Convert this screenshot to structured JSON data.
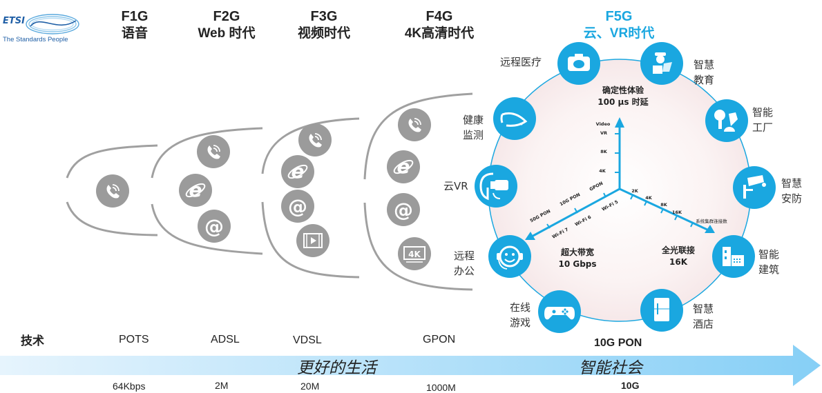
{
  "logo": {
    "name": "ETSI",
    "tagline": "The Standards People"
  },
  "generations": [
    {
      "code": "F1G",
      "name": "语音",
      "color": "#111111"
    },
    {
      "code": "F2G",
      "name": "Web 时代",
      "color": "#111111"
    },
    {
      "code": "F3G",
      "name": "视频时代",
      "color": "#111111"
    },
    {
      "code": "F4G",
      "name": "4K高清时代",
      "color": "#111111"
    },
    {
      "code": "F5G",
      "name": "云、VR时代",
      "color": "#1aa7e0"
    }
  ],
  "legacy_services": {
    "F1G": [
      "phone-icon"
    ],
    "F2G": [
      "phone-icon",
      "internet-explorer-icon",
      "email-at-icon"
    ],
    "F3G": [
      "phone-icon",
      "internet-explorer-icon",
      "email-at-icon",
      "video-film-icon"
    ],
    "F4G": [
      "phone-icon",
      "internet-explorer-icon",
      "email-at-icon",
      "4k-tv-icon"
    ]
  },
  "f5g_applications": [
    {
      "label": "远程医疗",
      "icon": "camera-icon"
    },
    {
      "label": "智慧教育",
      "icon": "teacher-icon"
    },
    {
      "label": "智能工厂",
      "icon": "robot-arm-icon"
    },
    {
      "label": "智慧安防",
      "icon": "security-camera-icon"
    },
    {
      "label": "智能建筑",
      "icon": "building-icon"
    },
    {
      "label": "智慧酒店",
      "icon": "refrigerator-icon"
    },
    {
      "label": "在线游戏",
      "icon": "gamepad-icon"
    },
    {
      "label": "远程办公",
      "icon": "headset-smiley-icon"
    },
    {
      "label": "云VR",
      "icon": "vr-headset-icon"
    },
    {
      "label": "健康监测",
      "icon": "smart-glasses-icon"
    }
  ],
  "axes": {
    "latency": {
      "title": "确定性体验",
      "value": "100 μs 时延",
      "axis_label": "Video",
      "ticks": [
        "4K",
        "8K",
        "VR"
      ]
    },
    "bandwidth": {
      "title": "超大带宽",
      "value": "10 Gbps",
      "ticks_upper": [
        "GPON",
        "10G PON",
        "50G PON"
      ],
      "ticks_lower": [
        "Wi-Fi 5",
        "Wi-Fi 6",
        "Wi-Fi 7"
      ]
    },
    "connections": {
      "title": "全光联接",
      "value": "16K",
      "ticks": [
        "2K",
        "4K",
        "8K",
        "16K"
      ],
      "axis_label": "系统集群连接数"
    }
  },
  "technology": {
    "label": "技术",
    "items": [
      "POTS",
      "ADSL",
      "VDSL",
      "GPON",
      "10G PON"
    ],
    "speeds": [
      "64Kbps",
      "2M",
      "20M",
      "1000M",
      "10G"
    ]
  },
  "timeline_band": {
    "left": "更好的生活",
    "right": "智能社会"
  },
  "colors": {
    "accent": "#1aa7e0",
    "gray": "#9b9b9b",
    "band_start": "#e3f3fd",
    "band_end": "#8fd3f7"
  }
}
